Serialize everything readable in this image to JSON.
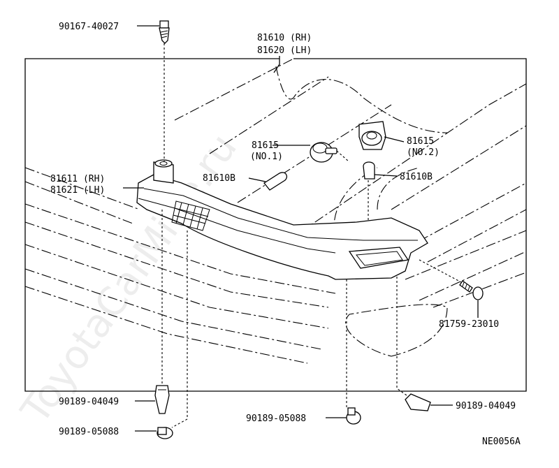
{
  "diagram_id": "NE0056A",
  "watermark": "ToyotaCarMine.ru",
  "parts": {
    "lens_assy": {
      "line1": "81610 (RH)",
      "line2": "81620 (LH)"
    },
    "housing": {
      "line1": "81611 (RH)",
      "line2": "81621 (LH)"
    },
    "socket_no1": {
      "line1": "81615",
      "line2": "(NO.1)"
    },
    "socket_no2": {
      "line1": "81615",
      "line2": "(NO.2)"
    },
    "bulb_left": "81610B",
    "bulb_right": "81610B",
    "top_screw": "90167-40027",
    "right_screw": "81759-23010",
    "clip_left": "90189-04049",
    "nut_left": "90189-05088",
    "nut_center": "90189-05088",
    "clip_right": "90189-04049"
  }
}
